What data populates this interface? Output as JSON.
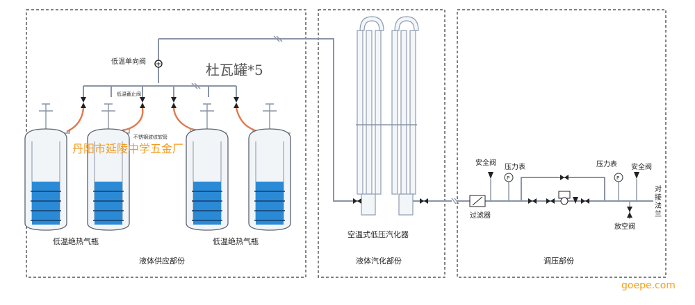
{
  "title": "杜瓦罐*5",
  "factory_label": "丹阳市延陵中学五金厂",
  "watermark": "goepe.com",
  "supply": {
    "check_valve": "低温单向阀",
    "stop_valve": "低温截止阀",
    "hose": "不锈钢波纹软管",
    "tank_caption_left": "低温绝热气瓶",
    "tank_caption_right": "低温绝热气瓶",
    "section": "液体供应部份"
  },
  "vaporizer": {
    "caption": "空温式低压汽化器",
    "section": "液体汽化部份"
  },
  "regulator": {
    "safety_valve_left": "安全阀",
    "pressure_gauge_left": "压力表",
    "pressure_gauge_right": "压力表",
    "safety_valve_right": "安全阀",
    "outlet_flange": [
      "对",
      "接",
      "法",
      "兰"
    ],
    "filter": "过滤器",
    "vent_valve": "放空阀",
    "section": "调压部份"
  },
  "colors": {
    "liquid": "#2b8ad6",
    "hose": "#e07a50",
    "pipe": "#8a94a6",
    "factory_text": "#f39a1e"
  }
}
